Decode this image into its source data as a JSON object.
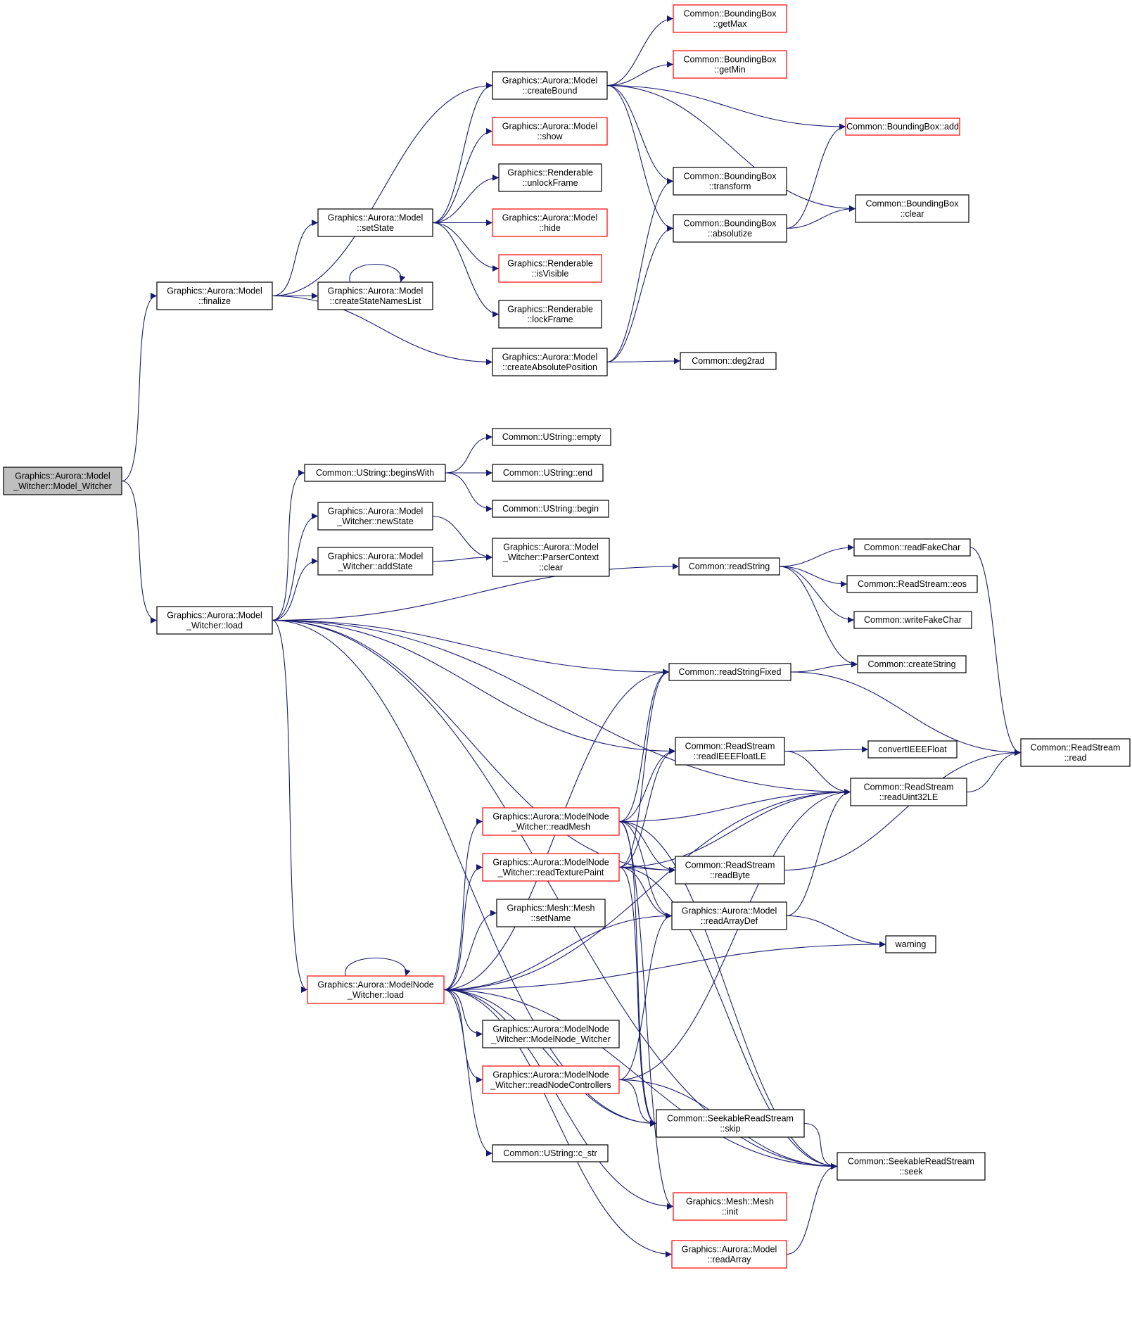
{
  "colors": {
    "edge": "#191970",
    "border_normal": "#000000",
    "border_truncated": "#ff0000",
    "root_fill": "#bfbfbf",
    "fill": "#ffffff"
  },
  "nodes": [
    {
      "id": "model_witcher",
      "lines": [
        "Graphics::Aurora::Model",
        "_Witcher::Model_Witcher"
      ],
      "style": "root"
    },
    {
      "id": "finalize",
      "lines": [
        "Graphics::Aurora::Model",
        "::finalize"
      ],
      "style": "normal"
    },
    {
      "id": "createBound",
      "lines": [
        "Graphics::Aurora::Model",
        "::createBound"
      ],
      "style": "normal"
    },
    {
      "id": "getMax",
      "lines": [
        "Common::BoundingBox",
        "::getMax"
      ],
      "style": "truncated"
    },
    {
      "id": "getMin",
      "lines": [
        "Common::BoundingBox",
        "::getMin"
      ],
      "style": "truncated"
    },
    {
      "id": "bbAdd",
      "lines": [
        "Common::BoundingBox::add"
      ],
      "style": "truncated"
    },
    {
      "id": "show",
      "lines": [
        "Graphics::Aurora::Model",
        "::show"
      ],
      "style": "truncated"
    },
    {
      "id": "unlockFrame",
      "lines": [
        "Graphics::Renderable",
        "::unlockFrame"
      ],
      "style": "normal"
    },
    {
      "id": "transform",
      "lines": [
        "Common::BoundingBox",
        "::transform"
      ],
      "style": "normal"
    },
    {
      "id": "bbClear",
      "lines": [
        "Common::BoundingBox",
        "::clear"
      ],
      "style": "normal"
    },
    {
      "id": "setState",
      "lines": [
        "Graphics::Aurora::Model",
        "::setState"
      ],
      "style": "normal"
    },
    {
      "id": "hide",
      "lines": [
        "Graphics::Aurora::Model",
        "::hide"
      ],
      "style": "truncated"
    },
    {
      "id": "absolutize",
      "lines": [
        "Common::BoundingBox",
        "::absolutize"
      ],
      "style": "normal"
    },
    {
      "id": "isVisible",
      "lines": [
        "Graphics::Renderable",
        "::isVisible"
      ],
      "style": "truncated"
    },
    {
      "id": "createStateNamesList",
      "lines": [
        "Graphics::Aurora::Model",
        "::createStateNamesList"
      ],
      "style": "normal"
    },
    {
      "id": "lockFrame",
      "lines": [
        "Graphics::Renderable",
        "::lockFrame"
      ],
      "style": "normal"
    },
    {
      "id": "createAbsolutePosition",
      "lines": [
        "Graphics::Aurora::Model",
        "::createAbsolutePosition"
      ],
      "style": "normal"
    },
    {
      "id": "deg2rad",
      "lines": [
        "Common::deg2rad"
      ],
      "style": "normal"
    },
    {
      "id": "usEmpty",
      "lines": [
        "Common::UString::empty"
      ],
      "style": "normal"
    },
    {
      "id": "beginsWith",
      "lines": [
        "Common::UString::beginsWith"
      ],
      "style": "normal"
    },
    {
      "id": "usEnd",
      "lines": [
        "Common::UString::end"
      ],
      "style": "normal"
    },
    {
      "id": "usBegin",
      "lines": [
        "Common::UString::begin"
      ],
      "style": "normal"
    },
    {
      "id": "newState",
      "lines": [
        "Graphics::Aurora::Model",
        "_Witcher::newState"
      ],
      "style": "normal"
    },
    {
      "id": "pcClear",
      "lines": [
        "Graphics::Aurora::Model",
        "_Witcher::ParserContext",
        "::clear"
      ],
      "style": "normal"
    },
    {
      "id": "addState",
      "lines": [
        "Graphics::Aurora::Model",
        "_Witcher::addState"
      ],
      "style": "normal"
    },
    {
      "id": "readString",
      "lines": [
        "Common::readString"
      ],
      "style": "normal"
    },
    {
      "id": "readFakeChar",
      "lines": [
        "Common::readFakeChar"
      ],
      "style": "normal"
    },
    {
      "id": "rsEos",
      "lines": [
        "Common::ReadStream::eos"
      ],
      "style": "normal"
    },
    {
      "id": "writeFakeChar",
      "lines": [
        "Common::writeFakeChar"
      ],
      "style": "normal"
    },
    {
      "id": "load",
      "lines": [
        "Graphics::Aurora::Model",
        "_Witcher::load"
      ],
      "style": "normal"
    },
    {
      "id": "readStringFixed",
      "lines": [
        "Common::readStringFixed"
      ],
      "style": "normal"
    },
    {
      "id": "createString",
      "lines": [
        "Common::createString"
      ],
      "style": "normal"
    },
    {
      "id": "readIEEEFloatLE",
      "lines": [
        "Common::ReadStream",
        "::readIEEEFloatLE"
      ],
      "style": "normal"
    },
    {
      "id": "convertIEEEFloat",
      "lines": [
        "convertIEEEFloat"
      ],
      "style": "normal"
    },
    {
      "id": "rsRead",
      "lines": [
        "Common::ReadStream",
        "::read"
      ],
      "style": "normal"
    },
    {
      "id": "readUint32LE",
      "lines": [
        "Common::ReadStream",
        "::readUint32LE"
      ],
      "style": "normal"
    },
    {
      "id": "readMesh",
      "lines": [
        "Graphics::Aurora::ModelNode",
        "_Witcher::readMesh"
      ],
      "style": "truncated"
    },
    {
      "id": "readTexturePaint",
      "lines": [
        "Graphics::Aurora::ModelNode",
        "_Witcher::readTexturePaint"
      ],
      "style": "truncated"
    },
    {
      "id": "readByte",
      "lines": [
        "Common::ReadStream",
        "::readByte"
      ],
      "style": "normal"
    },
    {
      "id": "setName",
      "lines": [
        "Graphics::Mesh::Mesh",
        "::setName"
      ],
      "style": "normal"
    },
    {
      "id": "readArrayDef",
      "lines": [
        "Graphics::Aurora::Model",
        "::readArrayDef"
      ],
      "style": "normal"
    },
    {
      "id": "warning",
      "lines": [
        "warning"
      ],
      "style": "normal"
    },
    {
      "id": "nodeLoad",
      "lines": [
        "Graphics::Aurora::ModelNode",
        "_Witcher::load"
      ],
      "style": "truncated"
    },
    {
      "id": "mnCtor",
      "lines": [
        "Graphics::Aurora::ModelNode",
        "_Witcher::ModelNode_Witcher"
      ],
      "style": "normal"
    },
    {
      "id": "readNodeControllers",
      "lines": [
        "Graphics::Aurora::ModelNode",
        "_Witcher::readNodeControllers"
      ],
      "style": "truncated"
    },
    {
      "id": "skip",
      "lines": [
        "Common::SeekableReadStream",
        "::skip"
      ],
      "style": "normal"
    },
    {
      "id": "cStr",
      "lines": [
        "Common::UString::c_str"
      ],
      "style": "normal"
    },
    {
      "id": "seek",
      "lines": [
        "Common::SeekableReadStream",
        "::seek"
      ],
      "style": "normal"
    },
    {
      "id": "meshInit",
      "lines": [
        "Graphics::Mesh::Mesh",
        "::init"
      ],
      "style": "truncated"
    },
    {
      "id": "readArray",
      "lines": [
        "Graphics::Aurora::Model",
        "::readArray"
      ],
      "style": "truncated"
    }
  ],
  "edges": [
    [
      "model_witcher",
      "finalize"
    ],
    [
      "model_witcher",
      "load"
    ],
    [
      "finalize",
      "createBound"
    ],
    [
      "finalize",
      "setState"
    ],
    [
      "finalize",
      "createStateNamesList"
    ],
    [
      "finalize",
      "createAbsolutePosition"
    ],
    [
      "createBound",
      "getMax"
    ],
    [
      "createBound",
      "getMin"
    ],
    [
      "createBound",
      "bbAdd"
    ],
    [
      "createBound",
      "transform"
    ],
    [
      "createBound",
      "absolutize"
    ],
    [
      "createBound",
      "bbClear"
    ],
    [
      "setState",
      "createBound"
    ],
    [
      "setState",
      "show"
    ],
    [
      "setState",
      "unlockFrame"
    ],
    [
      "setState",
      "hide"
    ],
    [
      "setState",
      "isVisible"
    ],
    [
      "setState",
      "lockFrame"
    ],
    [
      "createStateNamesList",
      "createStateNamesList"
    ],
    [
      "createAbsolutePosition",
      "transform"
    ],
    [
      "createAbsolutePosition",
      "absolutize"
    ],
    [
      "createAbsolutePosition",
      "deg2rad"
    ],
    [
      "absolutize",
      "bbAdd"
    ],
    [
      "absolutize",
      "bbClear"
    ],
    [
      "beginsWith",
      "usEmpty"
    ],
    [
      "beginsWith",
      "usEnd"
    ],
    [
      "beginsWith",
      "usBegin"
    ],
    [
      "newState",
      "pcClear"
    ],
    [
      "addState",
      "pcClear"
    ],
    [
      "readString",
      "readFakeChar"
    ],
    [
      "readString",
      "rsEos"
    ],
    [
      "readString",
      "writeFakeChar"
    ],
    [
      "readString",
      "createString"
    ],
    [
      "readFakeChar",
      "rsRead"
    ],
    [
      "load",
      "beginsWith"
    ],
    [
      "load",
      "newState"
    ],
    [
      "load",
      "addState"
    ],
    [
      "load",
      "readString"
    ],
    [
      "load",
      "readStringFixed"
    ],
    [
      "load",
      "readIEEEFloatLE"
    ],
    [
      "load",
      "readUint32LE"
    ],
    [
      "load",
      "readByte"
    ],
    [
      "load",
      "nodeLoad"
    ],
    [
      "load",
      "skip"
    ],
    [
      "load",
      "seek"
    ],
    [
      "readStringFixed",
      "createString"
    ],
    [
      "readStringFixed",
      "rsRead"
    ],
    [
      "readIEEEFloatLE",
      "convertIEEEFloat"
    ],
    [
      "readIEEEFloatLE",
      "readUint32LE"
    ],
    [
      "readUint32LE",
      "rsRead"
    ],
    [
      "readByte",
      "rsRead"
    ],
    [
      "readMesh",
      "readStringFixed"
    ],
    [
      "readMesh",
      "readIEEEFloatLE"
    ],
    [
      "readMesh",
      "readUint32LE"
    ],
    [
      "readMesh",
      "readByte"
    ],
    [
      "readMesh",
      "readArrayDef"
    ],
    [
      "readMesh",
      "skip"
    ],
    [
      "readMesh",
      "seek"
    ],
    [
      "readMesh",
      "meshInit"
    ],
    [
      "readTexturePaint",
      "readStringFixed"
    ],
    [
      "readTexturePaint",
      "readIEEEFloatLE"
    ],
    [
      "readTexturePaint",
      "readUint32LE"
    ],
    [
      "readTexturePaint",
      "readByte"
    ],
    [
      "readTexturePaint",
      "readArrayDef"
    ],
    [
      "readTexturePaint",
      "skip"
    ],
    [
      "readTexturePaint",
      "seek"
    ],
    [
      "readArrayDef",
      "readUint32LE"
    ],
    [
      "readArrayDef",
      "warning"
    ],
    [
      "nodeLoad",
      "nodeLoad"
    ],
    [
      "nodeLoad",
      "readStringFixed"
    ],
    [
      "nodeLoad",
      "readUint32LE"
    ],
    [
      "nodeLoad",
      "readMesh"
    ],
    [
      "nodeLoad",
      "readTexturePaint"
    ],
    [
      "nodeLoad",
      "setName"
    ],
    [
      "nodeLoad",
      "readArrayDef"
    ],
    [
      "nodeLoad",
      "warning"
    ],
    [
      "nodeLoad",
      "mnCtor"
    ],
    [
      "nodeLoad",
      "readNodeControllers"
    ],
    [
      "nodeLoad",
      "skip"
    ],
    [
      "nodeLoad",
      "cStr"
    ],
    [
      "nodeLoad",
      "meshInit"
    ],
    [
      "nodeLoad",
      "readArray"
    ],
    [
      "nodeLoad",
      "seek"
    ],
    [
      "readNodeControllers",
      "readUint32LE"
    ],
    [
      "readNodeControllers",
      "readArrayDef"
    ],
    [
      "readNodeControllers",
      "skip"
    ],
    [
      "readNodeControllers",
      "seek"
    ],
    [
      "skip",
      "seek"
    ],
    [
      "readArray",
      "seek"
    ]
  ]
}
